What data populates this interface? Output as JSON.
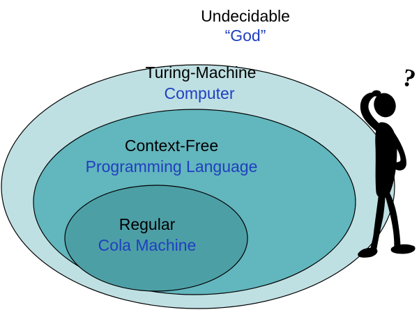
{
  "levels": [
    {
      "name": "Undecidable",
      "example": "“God”"
    },
    {
      "name": "Turing-Machine",
      "example": "Computer"
    },
    {
      "name": "Context-Free",
      "example": "Programming Language"
    },
    {
      "name": "Regular",
      "example": "Cola Machine"
    }
  ],
  "thinker": {
    "mark": "?",
    "icon": "confused-stick-figure-icon"
  },
  "colors": {
    "name_text": "#000000",
    "example_text": "#1f3fbf",
    "turing_fill": "#bfe0e3",
    "context_free_fill": "#62b6bd",
    "regular_fill": "#4d9fa6",
    "outline": "#000000",
    "figure": "#000000"
  }
}
